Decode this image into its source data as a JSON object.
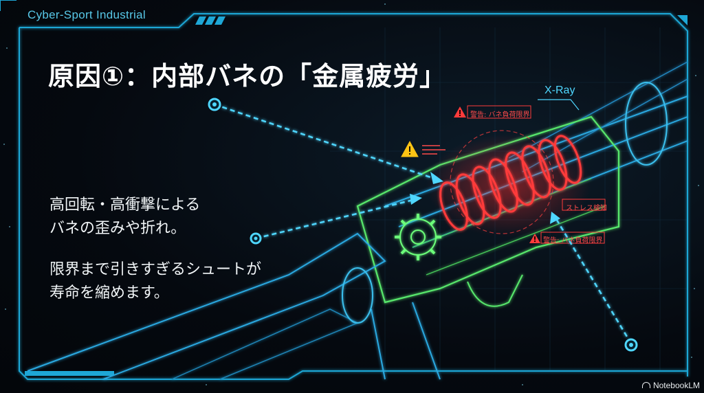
{
  "brand": "Cyber-Sport Industrial",
  "title": "原因①：内部バネの「金属疲労」",
  "body": {
    "paragraph1_line1": "高回転・高衝撃による",
    "paragraph1_line2": "バネの歪みや折れ。",
    "paragraph2_line1": "限界まで引きすぎるシュートが",
    "paragraph2_line2": "寿命を縮めます。"
  },
  "diagram": {
    "xray_label": "X-Ray",
    "warning_top": "警告: バネ負荷限界",
    "stress_detect": "ストレス検知",
    "warning_bottom": "警告: バネ負荷限界"
  },
  "watermark": "NotebookLM",
  "colors": {
    "frame": "#1ea7d6",
    "accent_cyan": "#4fd7ff",
    "spring_red": "#ff3b3b",
    "gear_green": "#6cff7a",
    "warning_yellow": "#ffc414"
  }
}
